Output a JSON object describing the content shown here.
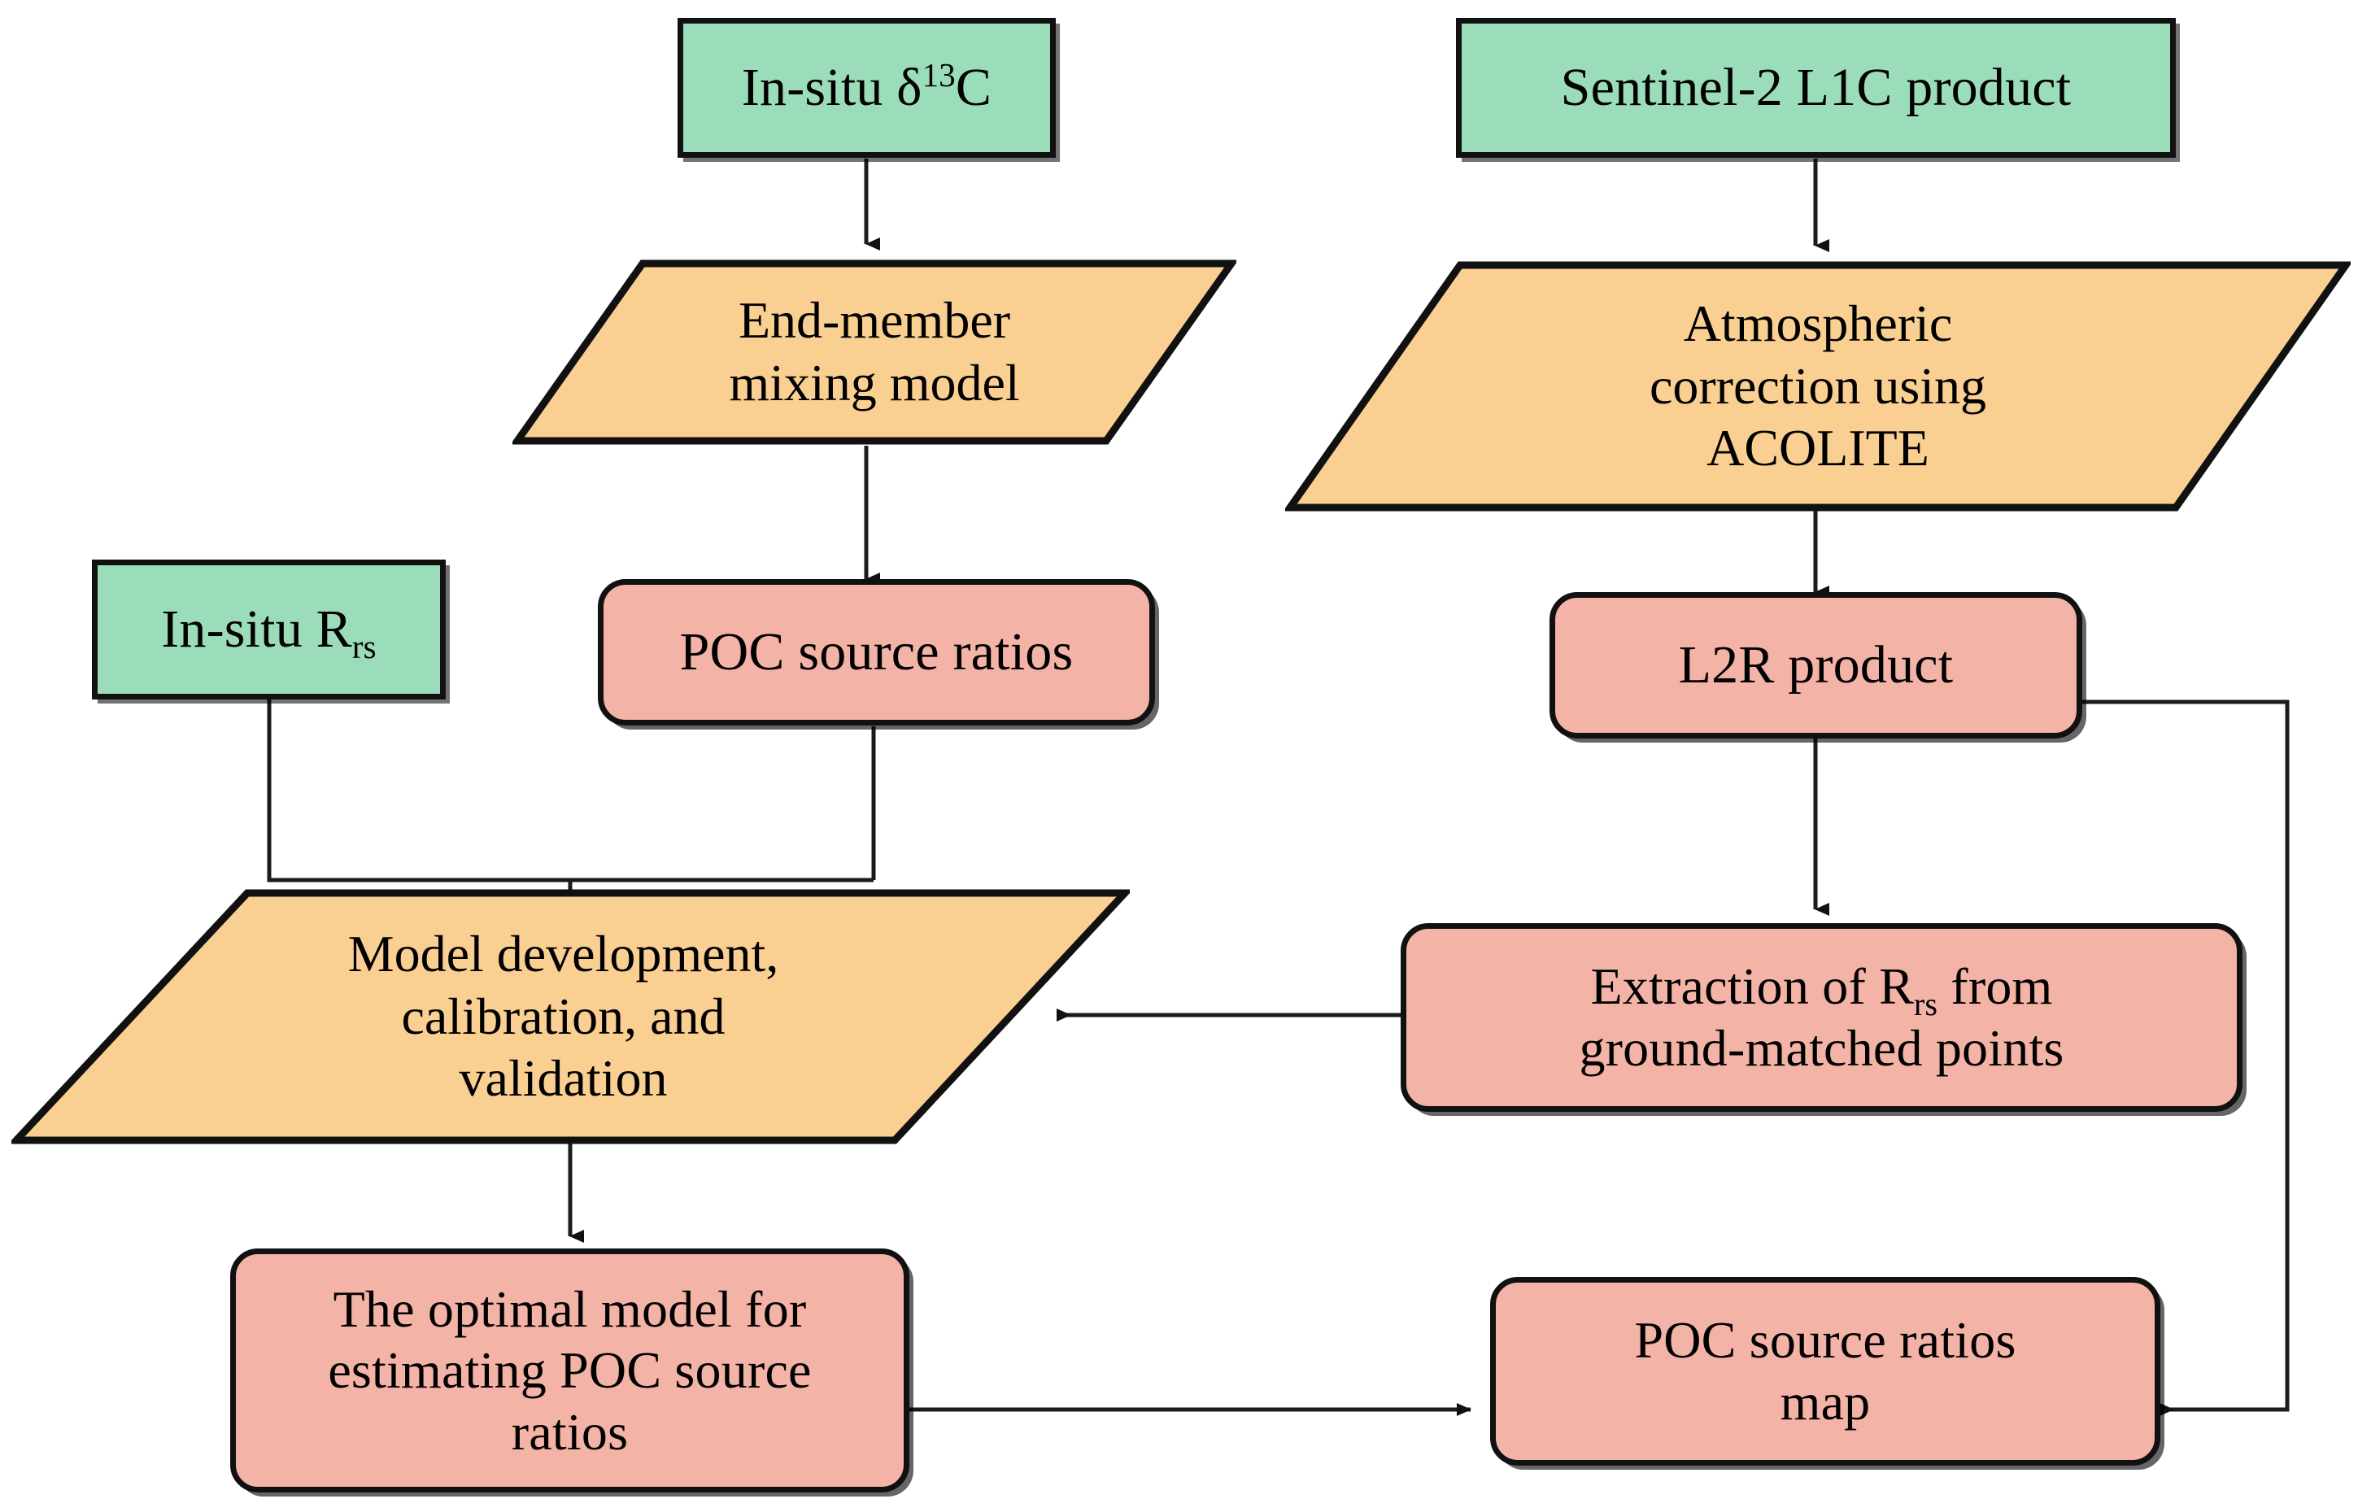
{
  "diagram": {
    "title": "POC source ratio remote sensing workflow",
    "colors": {
      "input_fill": "#9bdcbb",
      "process_fill": "#f9cf92",
      "product_fill": "#f3b3a6",
      "stroke": "#111111",
      "background": "#ffffff"
    },
    "nodes": [
      {
        "id": "in-situ-d13c",
        "shape": "rectangle",
        "category": "input",
        "label": "In-situ δ13C",
        "label_parts": {
          "base": "In-situ δ",
          "superscript": "13",
          "tail": "C"
        }
      },
      {
        "id": "sentinel-2-l1c-product",
        "shape": "rectangle",
        "category": "input",
        "label": "Sentinel-2 L1C product"
      },
      {
        "id": "end-member-mixing-model",
        "shape": "parallelogram",
        "category": "process",
        "label": "End-member\nmixing model"
      },
      {
        "id": "atmospheric-correction-acolite",
        "shape": "parallelogram",
        "category": "process",
        "label": "Atmospheric\ncorrection using\nACOLITE"
      },
      {
        "id": "in-situ-rrs",
        "shape": "rectangle",
        "category": "input",
        "label": "In-situ Rrs",
        "label_parts": {
          "base": "In-situ R",
          "subscript": "rs"
        }
      },
      {
        "id": "poc-source-ratios",
        "shape": "rounded-rectangle",
        "category": "product",
        "label": "POC source ratios"
      },
      {
        "id": "l2r-product",
        "shape": "rounded-rectangle",
        "category": "product",
        "label": "L2R product"
      },
      {
        "id": "model-development-calibration-validation",
        "shape": "parallelogram",
        "category": "process",
        "label": "Model development,\ncalibration, and\nvalidation"
      },
      {
        "id": "extraction-of-rrs",
        "shape": "rounded-rectangle",
        "category": "product",
        "label": "Extraction of Rrs from ground-matched points",
        "label_parts": {
          "line1_base": "Extraction of R",
          "line1_subscript": "rs",
          "line1_tail": " from",
          "line2": "ground-matched points"
        }
      },
      {
        "id": "optimal-model",
        "shape": "rounded-rectangle",
        "category": "product",
        "label": "The optimal model for\nestimating POC source\nratios"
      },
      {
        "id": "poc-source-ratios-map",
        "shape": "rounded-rectangle",
        "category": "product",
        "label": "POC source ratios\nmap"
      }
    ],
    "edges": [
      {
        "from": "in-situ-d13c",
        "to": "end-member-mixing-model",
        "type": "arrow-down"
      },
      {
        "from": "end-member-mixing-model",
        "to": "poc-source-ratios",
        "type": "arrow-down"
      },
      {
        "from": "in-situ-rrs",
        "to": "model-development-calibration-validation",
        "type": "elbow-merge-arrow-down"
      },
      {
        "from": "poc-source-ratios",
        "to": "model-development-calibration-validation",
        "type": "elbow-merge-arrow-down"
      },
      {
        "from": "sentinel-2-l1c-product",
        "to": "atmospheric-correction-acolite",
        "type": "arrow-down"
      },
      {
        "from": "atmospheric-correction-acolite",
        "to": "l2r-product",
        "type": "arrow-down"
      },
      {
        "from": "l2r-product",
        "to": "extraction-of-rrs",
        "type": "arrow-down"
      },
      {
        "from": "extraction-of-rrs",
        "to": "model-development-calibration-validation",
        "type": "arrow-left"
      },
      {
        "from": "l2r-product",
        "to": "poc-source-ratios-map",
        "type": "elbow-right-arrow-left"
      },
      {
        "from": "model-development-calibration-validation",
        "to": "optimal-model",
        "type": "arrow-down"
      },
      {
        "from": "optimal-model",
        "to": "poc-source-ratios-map",
        "type": "arrow-right"
      }
    ]
  }
}
